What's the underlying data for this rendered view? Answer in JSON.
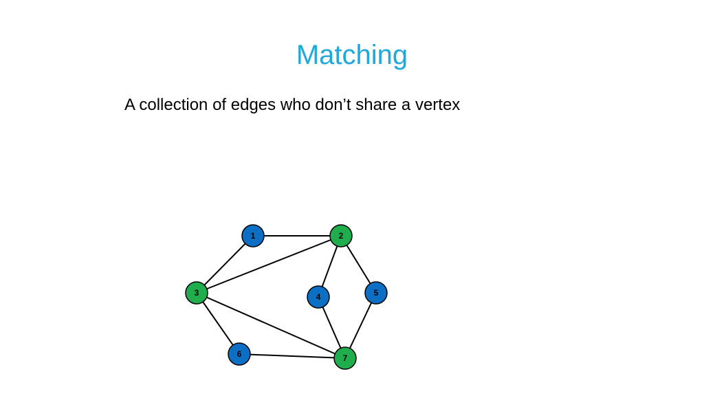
{
  "slide": {
    "title": "Matching",
    "body": "A collection of edges who don’t share a vertex"
  },
  "colors": {
    "title": "#1fa8dc",
    "vertex_blue": "#0c6fc4",
    "vertex_green": "#1fad4e"
  },
  "graph": {
    "vertices": [
      {
        "id": "1",
        "label": "1",
        "color": "blue"
      },
      {
        "id": "2",
        "label": "2",
        "color": "green"
      },
      {
        "id": "3",
        "label": "3",
        "color": "green"
      },
      {
        "id": "4",
        "label": "4",
        "color": "blue"
      },
      {
        "id": "5",
        "label": "5",
        "color": "blue"
      },
      {
        "id": "6",
        "label": "6",
        "color": "blue"
      },
      {
        "id": "7",
        "label": "7",
        "color": "green"
      }
    ],
    "edges": [
      [
        "1",
        "2"
      ],
      [
        "1",
        "3"
      ],
      [
        "2",
        "3"
      ],
      [
        "2",
        "4"
      ],
      [
        "2",
        "5"
      ],
      [
        "3",
        "6"
      ],
      [
        "3",
        "7"
      ],
      [
        "4",
        "7"
      ],
      [
        "5",
        "7"
      ],
      [
        "6",
        "7"
      ]
    ]
  }
}
